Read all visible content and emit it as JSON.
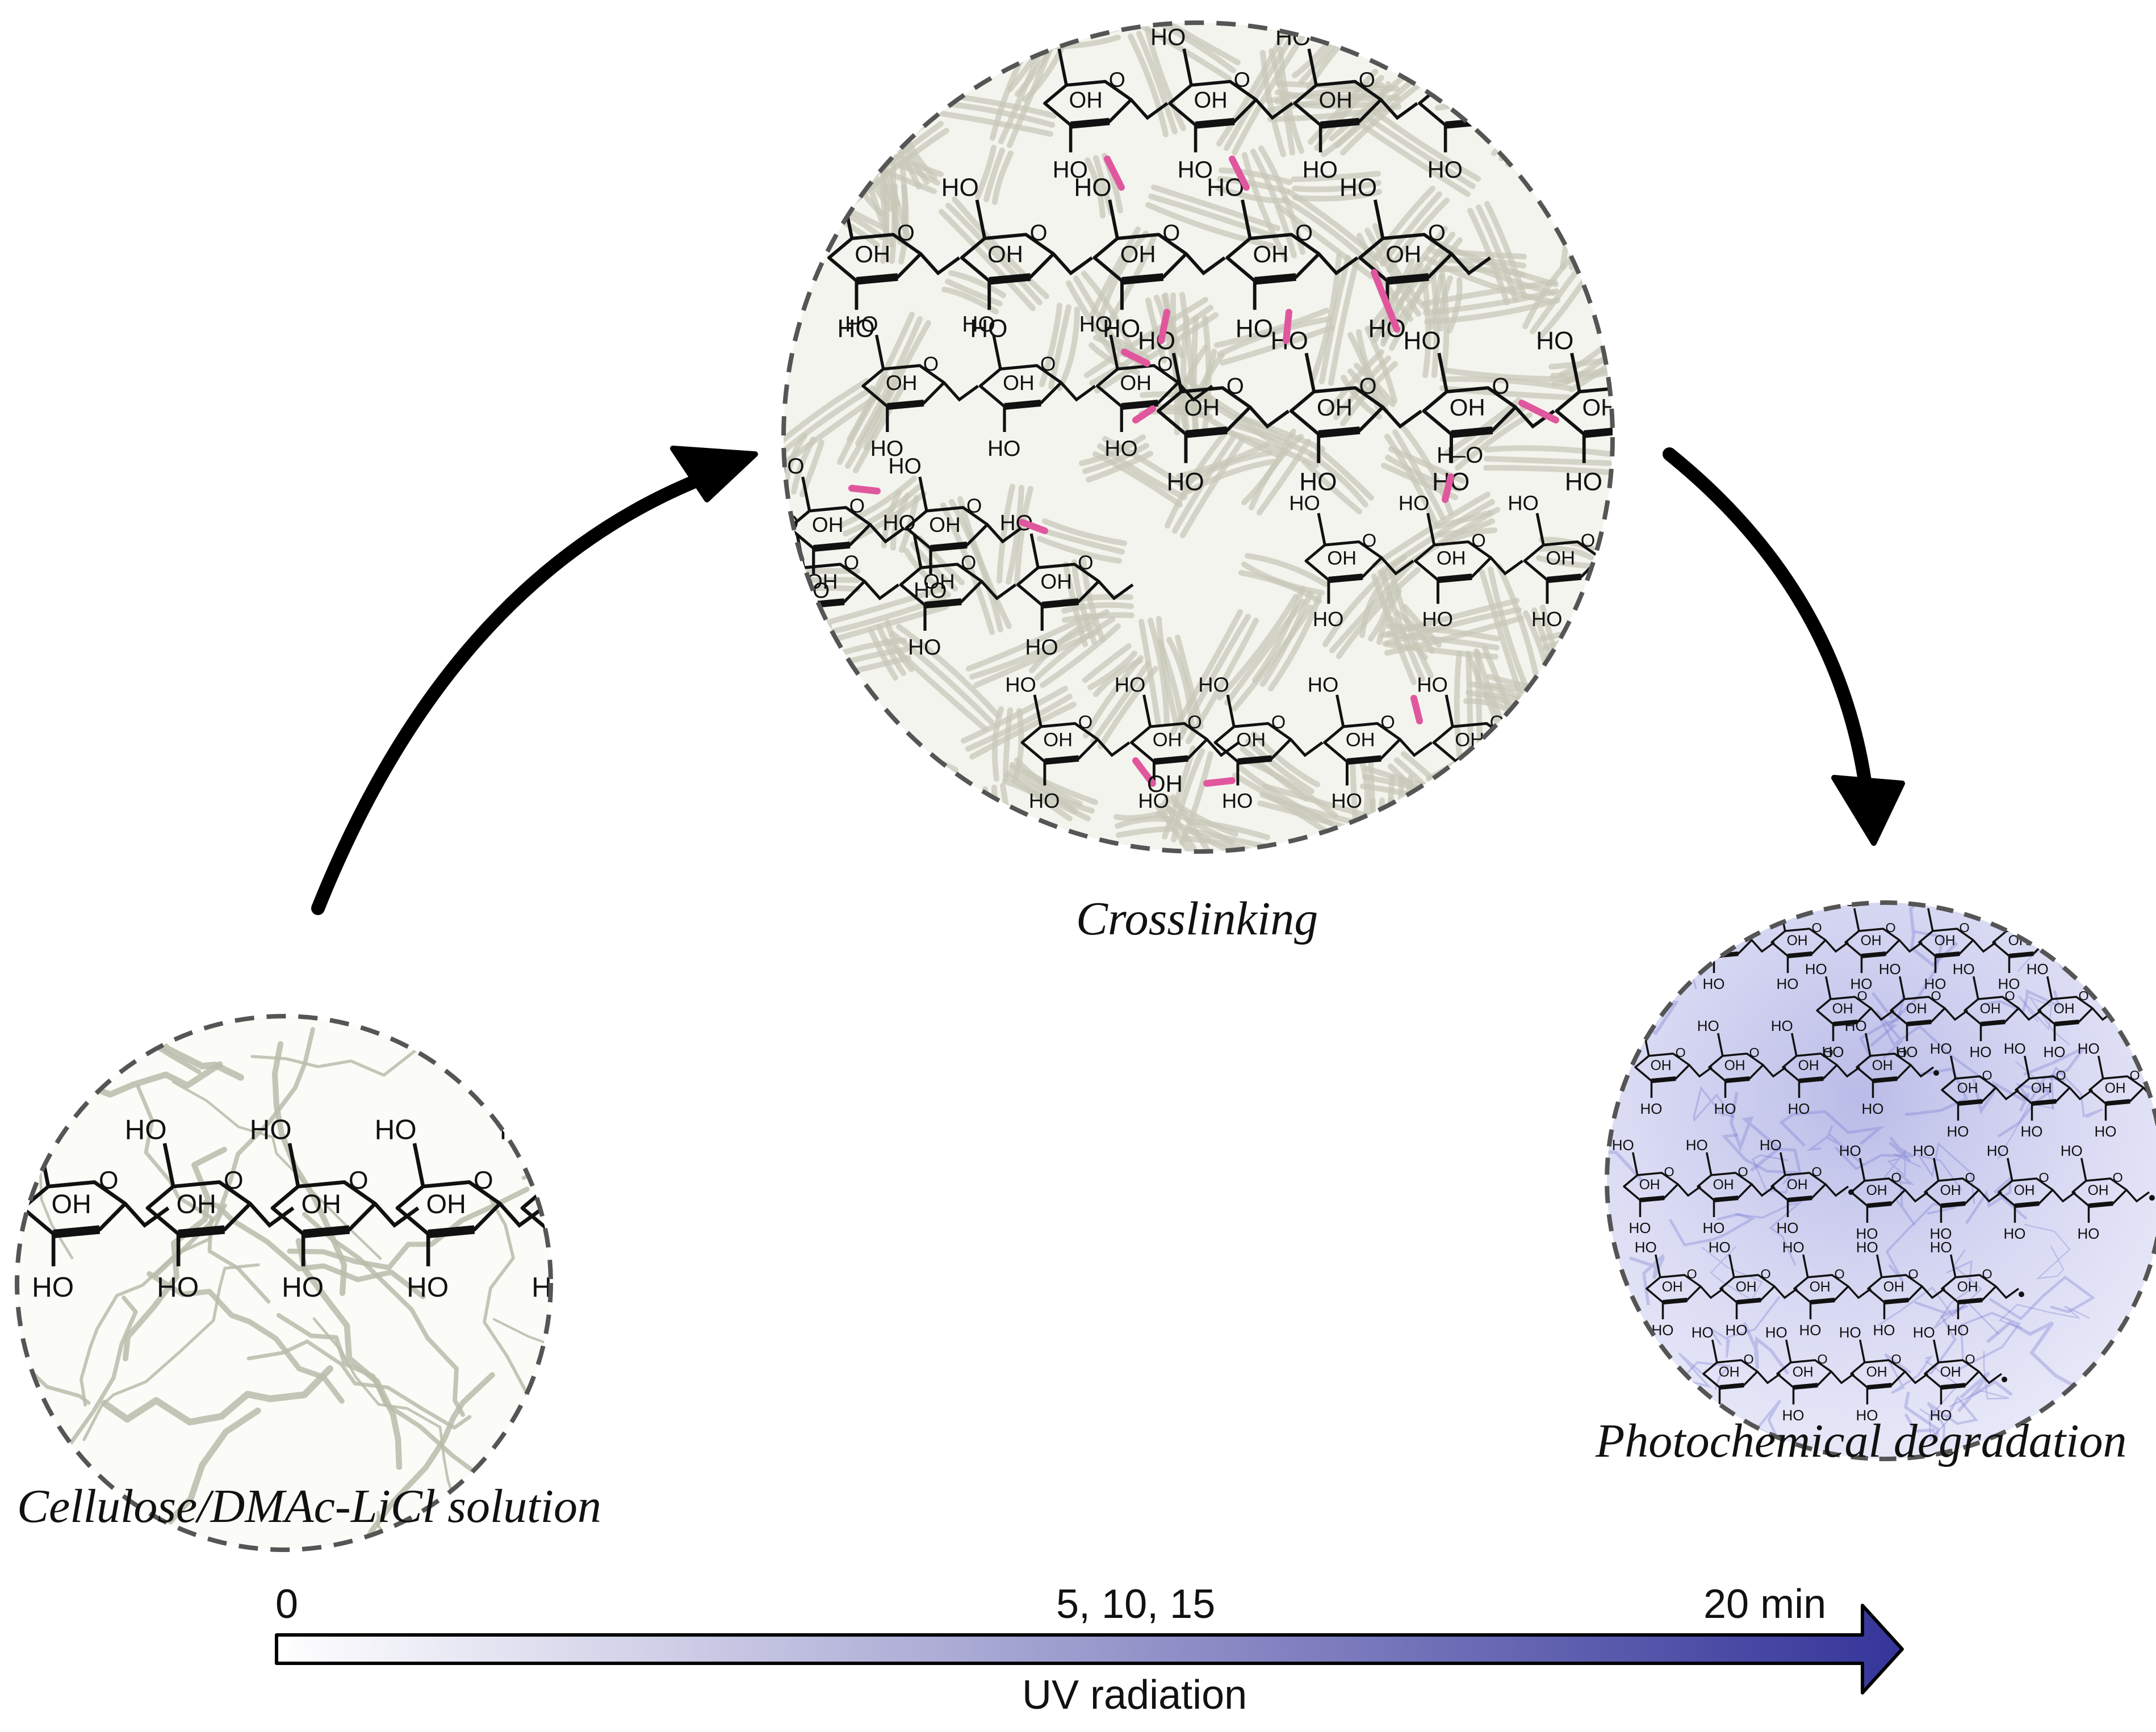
{
  "captions": {
    "start": "Cellulose/DMAc-LiCl solution",
    "middle": "Crosslinking",
    "end": "Photochemical degradation"
  },
  "timeline": {
    "start_label": "0",
    "middle_label": "5, 10, 15",
    "end_label": "20 min",
    "axis_label": "UV radiation",
    "gradient_start_color": "#ffffff",
    "gradient_end_color": "#35359a"
  },
  "molecule_labels": {
    "hydroxyl": "HO",
    "hydroxyl_alt": "OH",
    "oxygen": "O",
    "hydrogen_bond": "H–O"
  },
  "colors": {
    "circle_border": "#555555",
    "solution_fibers": "#b9bcaa",
    "crosslink_fibers": "#c8c8ba",
    "crosslink_bonds": "#e0579e",
    "degraded_fill": "#7b7fd0",
    "arrow": "#000000"
  }
}
